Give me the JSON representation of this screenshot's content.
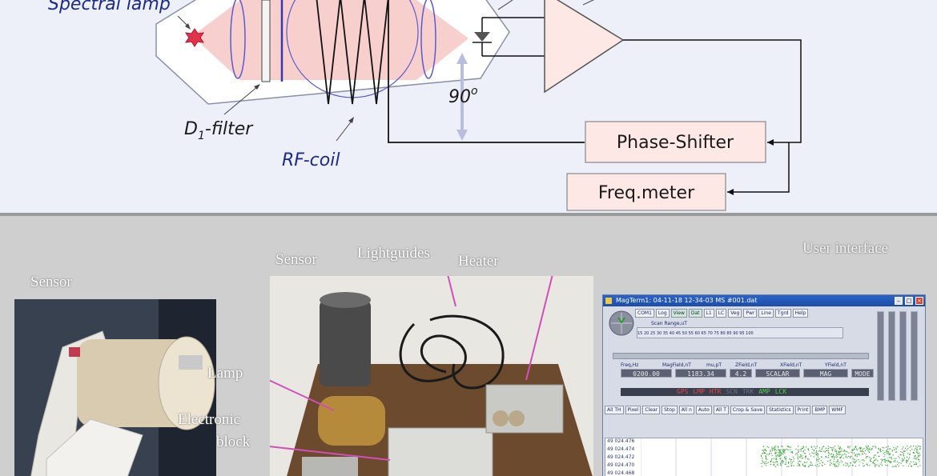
{
  "diagram": {
    "labels": {
      "spectral_lamp": "Spectral lamp",
      "d1_filter_main": "D",
      "d1_filter_sub": "1",
      "d1_filter_rest": "-filter",
      "rf_coil": "RF-coil",
      "angle": "90",
      "angle_unit": "o"
    },
    "boxes": {
      "phase_shifter": "Phase-Shifter",
      "freq_meter": "Freq.meter"
    },
    "colors": {
      "beam": "#f6c7c4",
      "lens": "#5a5ad0",
      "housing": "#ffffff",
      "box_fill": "#fde8e6",
      "angle_arrow": "#b9bedf"
    }
  },
  "photos": {
    "sensor_caption": "Sensor",
    "parts": {
      "sensor": "Sensor",
      "lightguides": "Lightguides",
      "heater": "Heater",
      "lamp": "Lamp",
      "electronic_block_line1": "Electronic",
      "electronic_block_line2": "block"
    },
    "ui_caption": "User interface"
  },
  "ui_window": {
    "title": "MagTerm1: 04-11-18 12-34-03 MS #001.dat",
    "toolbar": [
      "COM1",
      "Log",
      "View",
      "Dat",
      "L1",
      "LC",
      "Veg",
      "Pwr",
      "Line",
      "Tgrd",
      "Help"
    ],
    "scale_label": "Scan Range,uT",
    "scale_ticks": "15 20 25 30 35 40 45 50 55 60 65 70 75 80 85 90 95 100",
    "readouts": [
      "0200.00",
      "1183.34",
      "4.2",
      "SCALAR",
      "MAG",
      "MODE"
    ],
    "readout_headers": [
      "Freq,Hz",
      "MagField,nT",
      "mu,pT",
      "ZField,nT",
      "XField,nT",
      "YField,nT"
    ],
    "status_words": [
      "GPS",
      "LMP",
      "HTR",
      "SCN",
      "TRK",
      "AMP",
      "LCK"
    ],
    "controls": [
      "All TH",
      "Pixel",
      "Clear",
      "Stop",
      "All n",
      "Auto",
      "All T",
      "Crop & Save",
      "Statistics",
      "Print",
      "BMP",
      "WMF"
    ],
    "yticks": [
      "49 024.476",
      "49 024.474",
      "49 024.472",
      "49 024.470",
      "49 024.468"
    ],
    "trace_color": "#3aa83a"
  }
}
